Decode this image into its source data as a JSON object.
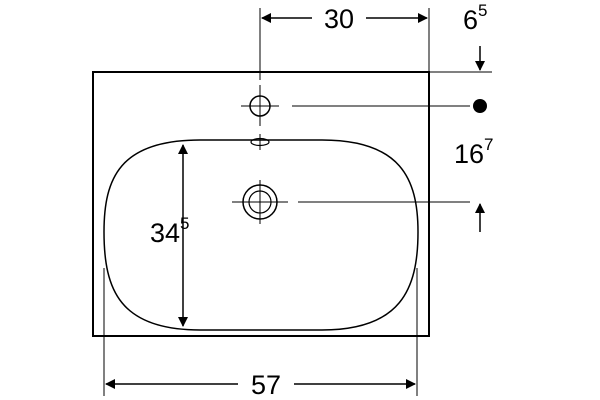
{
  "diagram": {
    "colors": {
      "line": "#000000",
      "background": "#ffffff"
    },
    "dimensions": {
      "top_width": {
        "main": "30",
        "sup": ""
      },
      "top_offset": {
        "main": "6",
        "sup": "5"
      },
      "hole_spacing": {
        "main": "16",
        "sup": "7"
      },
      "bowl_depth": {
        "main": "34",
        "sup": "5"
      },
      "overall_width": {
        "main": "57",
        "sup": ""
      }
    }
  }
}
